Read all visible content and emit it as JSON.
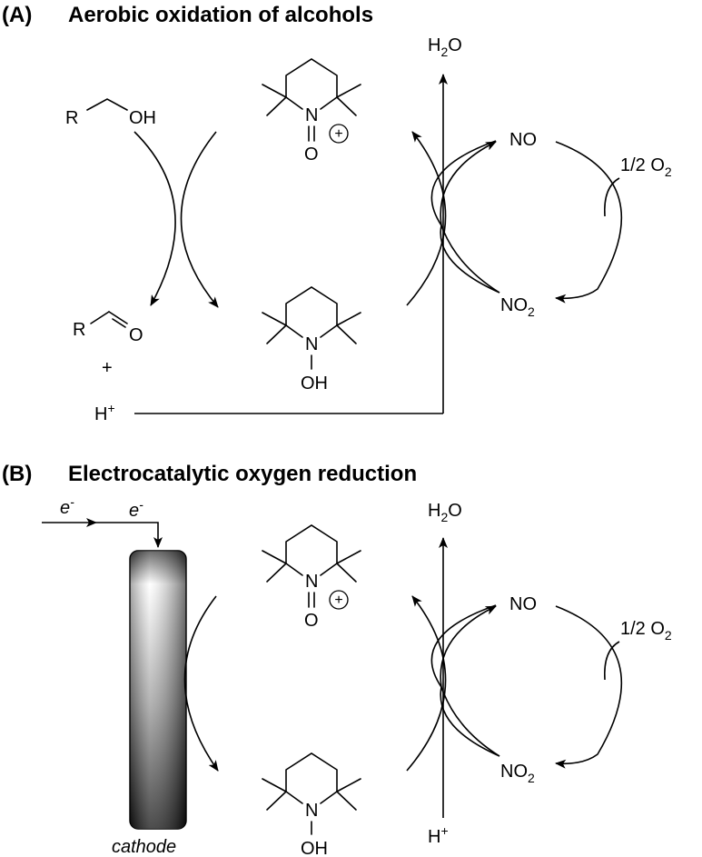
{
  "panel_a": {
    "letter": "(A)",
    "title": "Aerobic oxidation of alcohols",
    "alcohol": {
      "r": "R",
      "oh": "OH"
    },
    "aldehyde": {
      "r": "R",
      "o": "O"
    },
    "plus": "+",
    "tempo_oxo": {
      "n": "N",
      "o": "O",
      "charge": "+"
    },
    "tempo_h": {
      "n": "N",
      "oh": "OH"
    },
    "water": {
      "h": "H",
      "sub": "2",
      "o": "O"
    },
    "no": "NO",
    "no2": {
      "main": "NO",
      "sub": "2"
    },
    "o2": {
      "main": "1/2 O",
      "sub": "2"
    },
    "proton": {
      "h": "H",
      "sup": "+"
    }
  },
  "panel_b": {
    "letter": "(B)",
    "title": "Electrocatalytic oxygen reduction",
    "electron_1": {
      "e": "e",
      "sup": "-"
    },
    "electron_2": {
      "e": "e",
      "sup": "-"
    },
    "cathode": "cathode",
    "tempo_oxo": {
      "n": "N",
      "o": "O",
      "charge": "+"
    },
    "tempo_h": {
      "n": "N",
      "oh": "OH"
    },
    "water": {
      "h": "H",
      "sub": "2",
      "o": "O"
    },
    "no": "NO",
    "no2": {
      "main": "NO",
      "sub": "2"
    },
    "o2": {
      "main": "1/2 O",
      "sub": "2"
    },
    "proton": {
      "h": "H",
      "sup": "+"
    }
  },
  "colors": {
    "ink": "#000000",
    "electrode_light": "#ffffff",
    "electrode_dark": "#1a1a1a"
  }
}
